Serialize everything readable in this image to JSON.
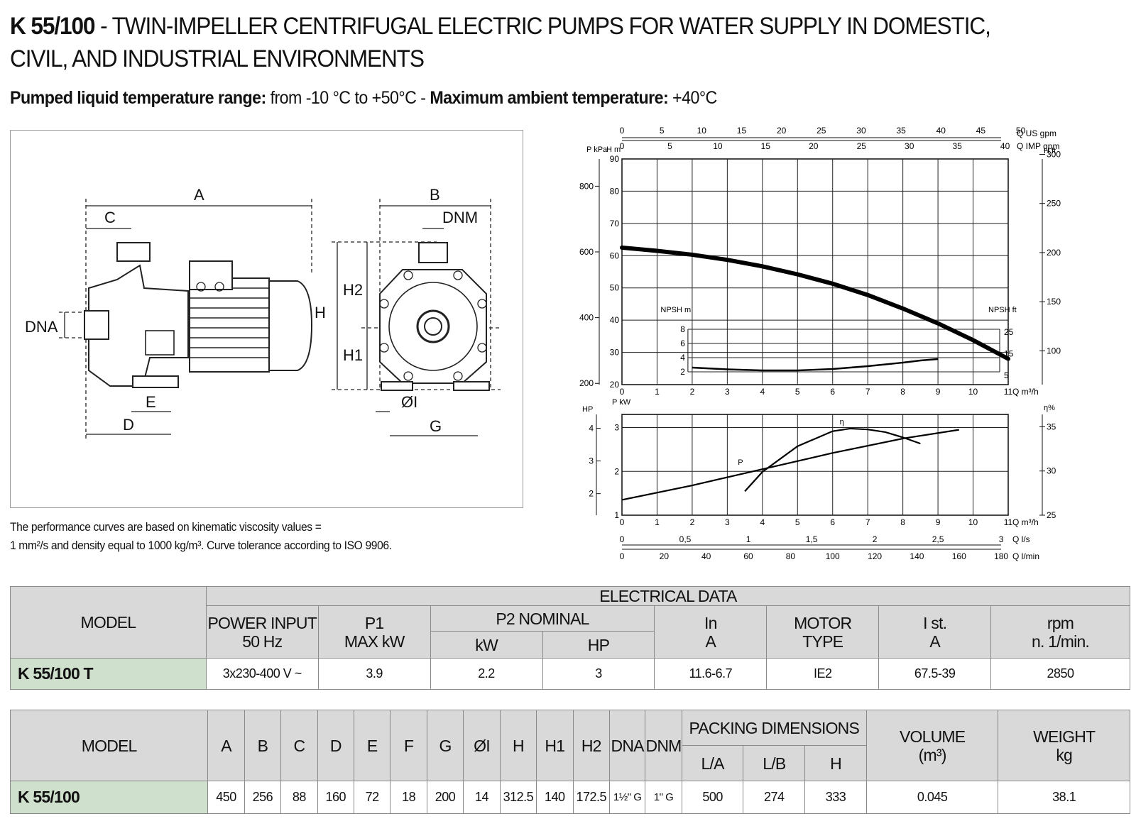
{
  "header": {
    "model": "K 55/100",
    "title_rest": " - TWIN-IMPELLER CENTRIFUGAL ELECTRIC PUMPS FOR WATER SUPPLY IN DOMESTIC, CIVIL, AND INDUSTRIAL ENVIRONMENTS",
    "temp_label": "Pumped liquid temperature range:",
    "temp_value": " from -10 °C to +50°C - ",
    "ambient_label": "Maximum ambient temperature:",
    "ambient_value": " +40°C"
  },
  "drawing": {
    "labels": [
      "A",
      "C",
      "B",
      "DNM",
      "H2",
      "H",
      "H1",
      "DNA",
      "E",
      "D",
      "ØI",
      "G"
    ]
  },
  "note": {
    "line1": "The performance curves are based on kinematic viscosity values =",
    "line2": "1 mm²/s and density equal to 1000 kg/m³. Curve tolerance according to ISO 9906."
  },
  "chart_data": {
    "type": "line",
    "top_axes": {
      "us_gpm": {
        "label": "Q US gpm",
        "ticks": [
          0,
          5,
          10,
          15,
          20,
          25,
          30,
          35,
          40,
          45,
          50
        ]
      },
      "imp_gpm": {
        "label": "Q IMP gpm",
        "ticks": [
          0,
          5,
          10,
          15,
          20,
          25,
          30,
          35,
          40
        ]
      }
    },
    "head_chart": {
      "x_label": "Q m³/h",
      "x_ticks": [
        0,
        1,
        2,
        3,
        4,
        5,
        6,
        7,
        8,
        9,
        10,
        11
      ],
      "xlim": [
        0,
        11
      ],
      "y_label_m": "H m",
      "y_ticks_m": [
        20,
        30,
        40,
        50,
        60,
        70,
        80,
        90
      ],
      "ylim": [
        20,
        90
      ],
      "y_label_kpa": "P kPa",
      "y_ticks_kpa": [
        200,
        400,
        600,
        800
      ],
      "y_label_ft": "H ft",
      "y_ticks_ft": [
        100,
        150,
        200,
        250,
        300
      ],
      "npsh_label_m": "NPSH m",
      "npsh_ticks_m": [
        2,
        4,
        6,
        8
      ],
      "npsh_label_ft": "NPSH ft",
      "npsh_ticks_ft": [
        5,
        15,
        25
      ],
      "series": [
        {
          "x": [
            0,
            1,
            2,
            3,
            4,
            5,
            6,
            7,
            8,
            9,
            10,
            11
          ],
          "y": [
            62.5,
            61.5,
            60.3,
            58.7,
            56.7,
            54.2,
            51.3,
            47.8,
            43.6,
            39.0,
            33.8,
            28
          ]
        }
      ],
      "npsh_series": [
        {
          "x": [
            2,
            3,
            4,
            5,
            6,
            7,
            8,
            8.5,
            9
          ],
          "y": [
            2.6,
            2.35,
            2.2,
            2.2,
            2.4,
            2.8,
            3.3,
            3.6,
            3.8
          ]
        }
      ]
    },
    "power_chart": {
      "x_ticks": [
        0,
        1,
        2,
        3,
        4,
        5,
        6,
        7,
        8,
        9,
        10,
        11
      ],
      "xlim": [
        0,
        11
      ],
      "y_label_hp": "HP",
      "y_ticks_hp": [
        2,
        3,
        4
      ],
      "y_label_kw": "P kW",
      "y_ticks_kw": [
        1,
        2,
        3
      ],
      "ylim": [
        1,
        3.3
      ],
      "y_label_eff": "η%",
      "y_ticks_eff": [
        25,
        30,
        35
      ],
      "series": [
        {
          "name": "P",
          "x": [
            0,
            2,
            4,
            6,
            8,
            9.6
          ],
          "y": [
            1.35,
            1.68,
            2.05,
            2.42,
            2.75,
            2.95
          ]
        },
        {
          "name": "η",
          "x": [
            3.5,
            4,
            5,
            6,
            6.5,
            7,
            7.5,
            8,
            8.5
          ],
          "y": [
            27.7,
            29.9,
            32.8,
            34.5,
            34.8,
            34.7,
            34.4,
            33.8,
            33.1
          ]
        }
      ]
    },
    "bottom_axes": {
      "m3h": {
        "label": "Q m³/h",
        "ticks": [
          0,
          1,
          2,
          3,
          4,
          5,
          6,
          7,
          8,
          9,
          10,
          11
        ]
      },
      "ls": {
        "label": "Q l/s",
        "ticks": [
          "0",
          "0,5",
          "1",
          "1,5",
          "2",
          "2,5",
          "3"
        ]
      },
      "lmin": {
        "label": "Q l/min",
        "ticks": [
          0,
          20,
          40,
          60,
          80,
          100,
          120,
          140,
          160,
          180
        ]
      }
    }
  },
  "electrical": {
    "group_header": "ELECTRICAL DATA",
    "model_header": "MODEL",
    "power_input": [
      "POWER INPUT",
      "50 Hz"
    ],
    "p1": [
      "P1",
      "MAX kW"
    ],
    "p2": "P2 NOMINAL",
    "p2_kw": "kW",
    "p2_hp": "HP",
    "in": [
      "In",
      "A"
    ],
    "motor": [
      "MOTOR",
      "TYPE"
    ],
    "ist": [
      "I st.",
      "A"
    ],
    "rpm": [
      "rpm",
      "n. 1/min."
    ],
    "row": {
      "model": "K 55/100 T",
      "power_input": "3x230-400 V ~",
      "p1": "3.9",
      "kw": "2.2",
      "hp": "3",
      "in": "11.6-6.7",
      "motor": "IE2",
      "ist": "67.5-39",
      "rpm": "2850"
    }
  },
  "dimensions": {
    "model_header": "MODEL",
    "cols": [
      "A",
      "B",
      "C",
      "D",
      "E",
      "F",
      "G",
      "ØI",
      "H",
      "H1",
      "H2",
      "DNA",
      "DNM"
    ],
    "packing_header": "PACKING DIMENSIONS",
    "packing_cols": [
      "L/A",
      "L/B",
      "H"
    ],
    "volume_header": [
      "VOLUME",
      "(m³)"
    ],
    "weight_header": [
      "WEIGHT",
      "kg"
    ],
    "row": {
      "model": "K 55/100",
      "values": [
        "450",
        "256",
        "88",
        "160",
        "72",
        "18",
        "200",
        "14",
        "312.5",
        "140",
        "172.5",
        "1½\" G",
        "1\" G"
      ],
      "packing": [
        "500",
        "274",
        "333"
      ],
      "volume": "0.045",
      "weight": "38.1"
    }
  }
}
